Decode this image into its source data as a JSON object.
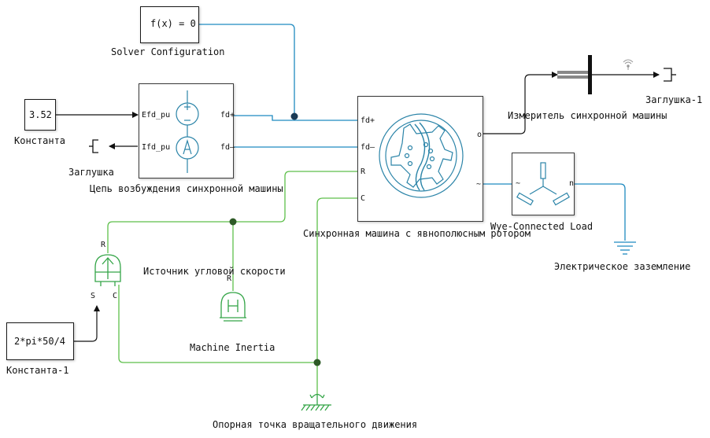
{
  "colors": {
    "physical_line": "#1f8ac0",
    "mechanical_line": "#5dbf4a",
    "signal_line": "#111111",
    "icon_stroke": "#2b84a8",
    "mech_icon_stroke": "#34a547"
  },
  "blocks": {
    "solver": {
      "text": "f(x) = 0",
      "label": "Solver Configuration"
    },
    "const1": {
      "text": "3.52",
      "label": "Константа"
    },
    "terminator1": {
      "label": "Заглушка"
    },
    "excitation": {
      "label": "Цепь возбуждения синхронной машины",
      "ports": {
        "efd": "Efd_pu",
        "ifd": "Ifd_pu",
        "fdp": "fd+",
        "fdm": "fd–"
      }
    },
    "machine": {
      "label": "Синхронная машина с явнополюсным ротором",
      "ports": {
        "fdp": "fd+",
        "fdm": "fd–",
        "r": "R",
        "c": "C",
        "o": "o",
        "ac": "~"
      }
    },
    "sensor": {
      "label": "Измеритель синхронной машины"
    },
    "terminator2": {
      "label": "Заглушка-1"
    },
    "load": {
      "label": "Wye-Connected Load",
      "ports": {
        "ac": "~",
        "n": "n"
      }
    },
    "ground": {
      "label": "Электрическое заземление"
    },
    "speed_source": {
      "label": "Источник угловой скорости",
      "ports": {
        "r": "R",
        "s": "S",
        "c": "C"
      }
    },
    "inertia": {
      "label": "Machine Inertia",
      "ports": {
        "r": "R"
      }
    },
    "const2": {
      "text": "2*pi*50/4",
      "label": "Константа-1"
    },
    "mech_ref": {
      "label": "Опорная точка вращательного движения"
    }
  }
}
